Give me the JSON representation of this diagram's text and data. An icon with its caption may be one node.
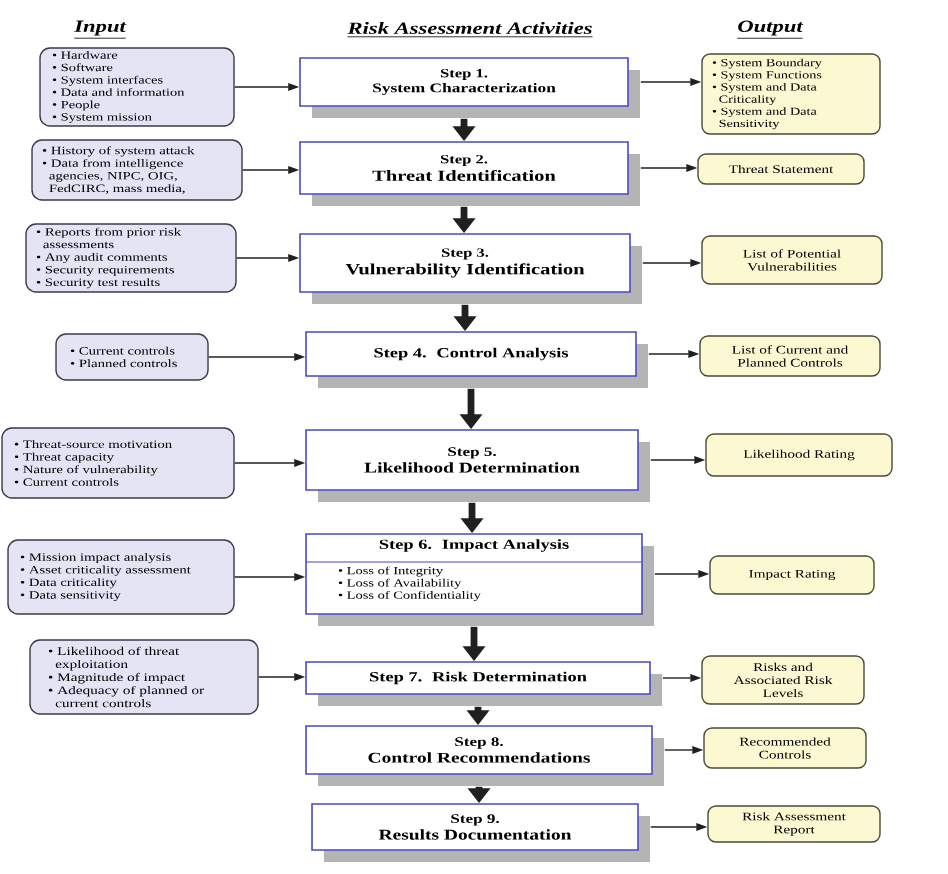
{
  "diagram": {
    "nodes": [
      {
        "text": [
          "• Hardware",
          "• Software",
          "• System interfaces",
          "• Data and information",
          "• People",
          "• System mission"
        ]
      },
      {
        "text": [
          "Step 1.",
          "System Characterization"
        ]
      },
      {
        "text": [
          "• System Boundary",
          "• System Functions",
          "• System and Data Criticality",
          "• System and Data Sensitivity"
        ]
      },
      {
        "text": [
          "• History of system attack",
          "• Data from intelligence agencies, NIPC, OIG, FedCIRC, mass media,"
        ]
      },
      {
        "text": [
          "Step 2.",
          "Threat Identification"
        ]
      },
      {
        "text": [
          "Threat Statement"
        ]
      },
      {
        "text": [
          "• Reports from prior risk assessments",
          "• Any audit comments",
          "• Security requirements",
          "• Security test results"
        ]
      },
      {
        "text": [
          "Step 3.",
          "Vulnerability Identification"
        ]
      },
      {
        "text": [
          "List of Potential Vulnerabilities"
        ]
      },
      {
        "text": [
          "• Current controls",
          "• Planned controls"
        ]
      },
      {
        "text": [
          "Step 4.",
          "Control Analysis"
        ]
      },
      {
        "text": [
          "List of Current and Planned Controls"
        ]
      },
      {
        "text": [
          "• Threat-source motivation",
          "• Threat capacity",
          "• Nature of vulnerability",
          "• Current controls"
        ]
      },
      {
        "text": [
          "Step 5.",
          "Likelihood Determination"
        ]
      },
      {
        "text": [
          "Likelihood Rating"
        ]
      },
      {
        "text": [
          "• Mission impact analysis",
          "• Asset criticality assessment",
          "• Data criticality",
          "• Data sensitivity"
        ]
      },
      {
        "text": [
          "Step 6.",
          "Impact Analysis",
          "• Loss of Integrity",
          "• Loss of Availability",
          "• Loss of Confidentiality"
        ]
      },
      {
        "text": [
          "Impact Rating"
        ]
      },
      {
        "text": [
          "• Likelihood of threat exploitation",
          "• Magnitude of impact",
          "• Adequacy of planned or current controls"
        ]
      },
      {
        "text": [
          "Step 7.",
          "Risk Determination"
        ]
      },
      {
        "text": [
          "Risks and Associated Risk Levels"
        ]
      },
      {
        "text": [
          "Step 8.",
          "Control Recommendations"
        ]
      },
      {
        "text": [
          "Recommended Controls"
        ]
      },
      {
        "text": [
          "Step 9.",
          "Results Documentation"
        ]
      },
      {
        "text": [
          "Risk Assessment Report"
        ]
      }
    ],
    "edges": [
      {
        "from": 0,
        "to": 1,
        "arrow": "to"
      },
      {
        "from": 1,
        "to": 2,
        "arrow": "to"
      },
      {
        "from": 1,
        "to": 4,
        "arrow": "to",
        "style": "thick"
      },
      {
        "from": 3,
        "to": 4,
        "arrow": "to"
      },
      {
        "from": 4,
        "to": 5,
        "arrow": "to"
      },
      {
        "from": 4,
        "to": 7,
        "arrow": "to",
        "style": "thick"
      },
      {
        "from": 6,
        "to": 7,
        "arrow": "to"
      },
      {
        "from": 7,
        "to": 8,
        "arrow": "to"
      },
      {
        "from": 7,
        "to": 10,
        "arrow": "to",
        "style": "thick"
      },
      {
        "from": 9,
        "to": 10,
        "arrow": "to"
      },
      {
        "from": 10,
        "to": 11,
        "arrow": "to"
      },
      {
        "from": 10,
        "to": 13,
        "arrow": "to",
        "style": "thick"
      },
      {
        "from": 12,
        "to": 13,
        "arrow": "to"
      },
      {
        "from": 13,
        "to": 14,
        "arrow": "to"
      },
      {
        "from": 13,
        "to": 16,
        "arrow": "to",
        "style": "thick"
      },
      {
        "from": 15,
        "to": 16,
        "arrow": "to"
      },
      {
        "from": 16,
        "to": 17,
        "arrow": "to"
      },
      {
        "from": 16,
        "to": 19,
        "arrow": "to",
        "style": "thick"
      },
      {
        "from": 18,
        "to": 19,
        "arrow": "to"
      },
      {
        "from": 19,
        "to": 20,
        "arrow": "to"
      },
      {
        "from": 19,
        "to": 21,
        "arrow": "to",
        "style": "thick"
      },
      {
        "from": 21,
        "to": 22,
        "arrow": "to"
      },
      {
        "from": 21,
        "to": 23,
        "arrow": "to",
        "style": "thick"
      },
      {
        "from": 23,
        "to": 24,
        "arrow": "to"
      }
    ],
    "labels": [
      "Input",
      "Risk Assessment Activities",
      "Output"
    ]
  }
}
